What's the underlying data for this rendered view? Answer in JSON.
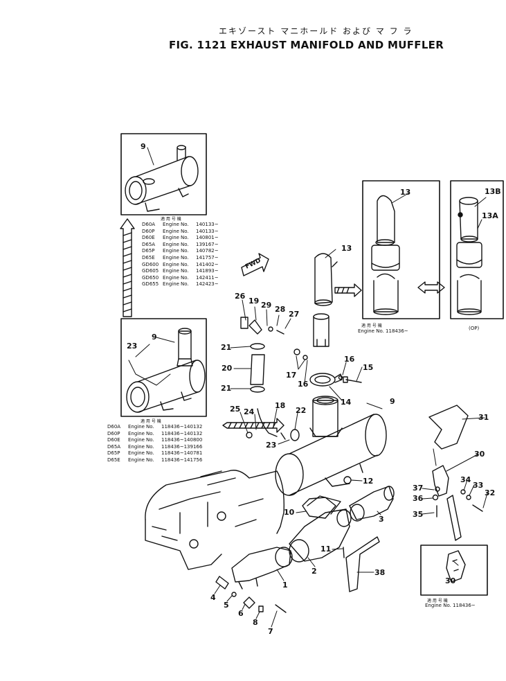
{
  "title_jp": "エキゾースト マニホールド および マ フ ラ",
  "title_en": "FIG. 1121  EXHAUST MANIFOLD AND MUFFLER",
  "fwd_label": "FWD",
  "op_label": "(OP)",
  "serial_heading": "適 用 号 機",
  "serial_engine_label": "Engine  No.  118436~",
  "detail_serial_note": "Engine  No.  118436~",
  "upper_applicability": [
    {
      "model": "D60A",
      "word": "Engine",
      "no": "No.",
      "range": "140133~"
    },
    {
      "model": "D60P",
      "word": "Engine",
      "no": "No.",
      "range": "140133~"
    },
    {
      "model": "D60E",
      "word": "Engine",
      "no": "No.",
      "range": "140801~"
    },
    {
      "model": "D65A",
      "word": "Engine",
      "no": "No.",
      "range": "139167~"
    },
    {
      "model": "D65P",
      "word": "Engine",
      "no": "No.",
      "range": "140782~"
    },
    {
      "model": "D65E",
      "word": "Engine",
      "no": "No.",
      "range": "141757~"
    },
    {
      "model": "GD600",
      "word": "Engine",
      "no": "No.",
      "range": "141402~"
    },
    {
      "model": "GD605",
      "word": "Engine",
      "no": "No.",
      "range": "141893~"
    },
    {
      "model": "GD650",
      "word": "Engine",
      "no": "No.",
      "range": "142411~"
    },
    {
      "model": "GD655",
      "word": "Engine",
      "no": "No.",
      "range": "142423~"
    }
  ],
  "lower_applicability": [
    {
      "model": "D60A",
      "word": "Engine",
      "no": "No.",
      "range": "118436~140132"
    },
    {
      "model": "D60P",
      "word": "Engine",
      "no": "No.",
      "range": "118436~140132"
    },
    {
      "model": "D60E",
      "word": "Engine",
      "no": "No.",
      "range": "118436~140800"
    },
    {
      "model": "D65A",
      "word": "Engine",
      "no": "No.",
      "range": "118436~139166"
    },
    {
      "model": "D65P",
      "word": "Engine",
      "no": "No.",
      "range": "118436~140781"
    },
    {
      "model": "D65E",
      "word": "Engine",
      "no": "No.",
      "range": "118436~141756"
    }
  ],
  "part_labels": {
    "p1": "1",
    "p2": "2",
    "p3": "3",
    "p4": "4",
    "p5": "5",
    "p6": "6",
    "p7": "7",
    "p8": "8",
    "p9_top": "9",
    "p9_mid": "9",
    "p9_main": "9",
    "p10": "10",
    "p11": "11",
    "p12": "12",
    "p13_main": "13",
    "p13_panel": "13",
    "p13a": "13A",
    "p13b": "13B",
    "p14": "14",
    "p15": "15",
    "p16a": "16",
    "p16b": "16",
    "p17": "17",
    "p18": "18",
    "p19": "19",
    "p20": "20",
    "p21a": "21",
    "p21b": "21",
    "p22": "22",
    "p23a": "23",
    "p23b": "23",
    "p24": "24",
    "p25": "25",
    "p26": "26",
    "p27": "27",
    "p28": "28",
    "p29": "29",
    "p30a": "30",
    "p30b": "30",
    "p31": "31",
    "p32": "32",
    "p33": "33",
    "p34": "34",
    "p35": "35",
    "p36": "36",
    "p37": "37",
    "p38": "38"
  }
}
